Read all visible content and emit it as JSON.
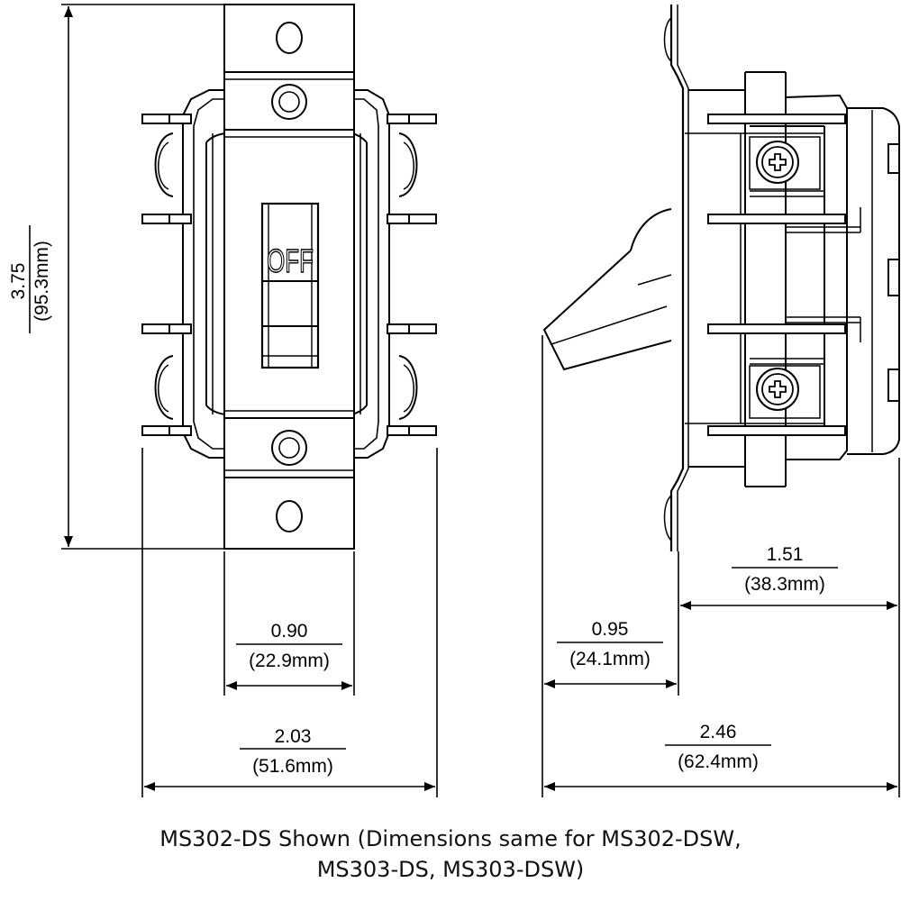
{
  "front_view": {
    "toggle_label": "OFF",
    "height_dim": {
      "inch": "3.75",
      "mm": "(95.3mm)"
    },
    "plate_width_dim": {
      "inch": "0.90",
      "mm": "(22.9mm)"
    },
    "overall_width_dim": {
      "inch": "2.03",
      "mm": "(51.6mm)"
    }
  },
  "side_view": {
    "body_depth_dim": {
      "inch": "1.51",
      "mm": "(38.3mm)"
    },
    "toggle_reach_dim": {
      "inch": "0.95",
      "mm": "(24.1mm)"
    },
    "overall_depth_dim": {
      "inch": "2.46",
      "mm": "(62.4mm)"
    }
  },
  "caption": {
    "line1": "MS302-DS Shown (Dimensions same for MS302-DSW,",
    "line2": "MS303-DS, MS303-DSW)"
  }
}
